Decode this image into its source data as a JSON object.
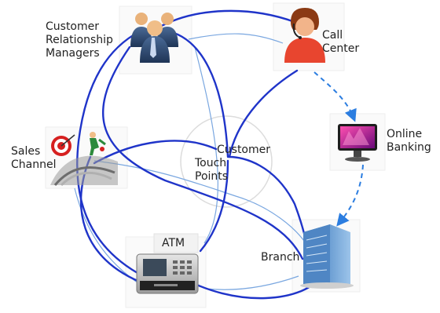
{
  "nodes": {
    "crm": {
      "lines": [
        "Customer",
        "Relationship",
        "Managers"
      ],
      "icon": "managers-group-icon"
    },
    "call": {
      "lines": [
        "Call",
        "Center"
      ],
      "icon": "call-center-agent-icon"
    },
    "online": {
      "lines": [
        "Online",
        "Banking"
      ],
      "icon": "monitor-icon"
    },
    "sales": {
      "lines": [
        "Sales",
        "Channel"
      ],
      "icon": "target-and-runner-icon"
    },
    "atm": {
      "lines": [
        "ATM"
      ],
      "icon": "atm-machine-icon"
    },
    "branch": {
      "lines": [
        "Branch"
      ],
      "icon": "bank-building-icon"
    },
    "center": {
      "lines": [
        "Customer",
        "Touch",
        "Points"
      ]
    }
  },
  "colors": {
    "connector": "#1f34c9",
    "thin_connector": "#7aa7e0",
    "dashed_arrow": "#2b7de0",
    "hub_circle": "#dcdcdc",
    "label_text": "#222222"
  }
}
